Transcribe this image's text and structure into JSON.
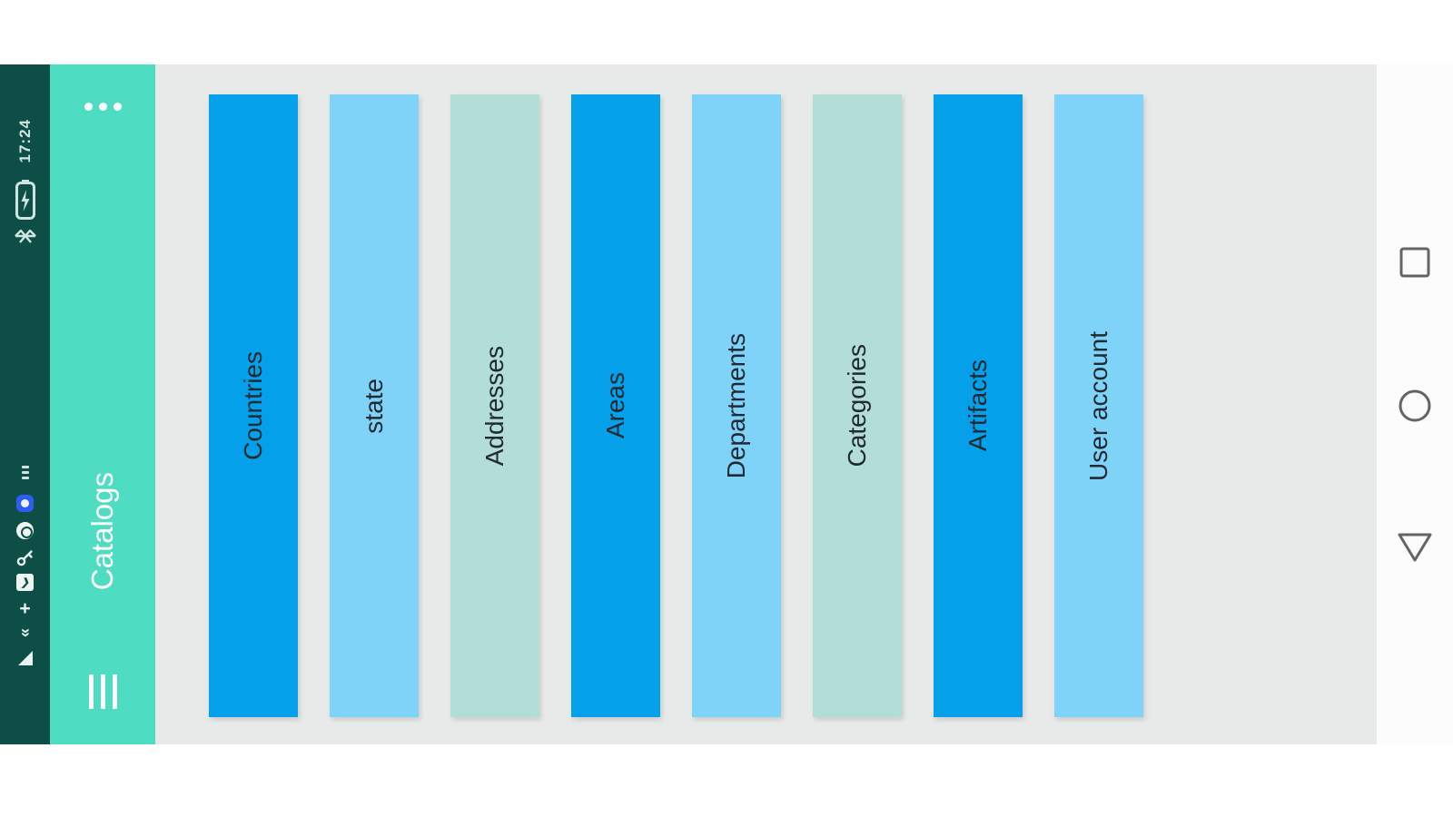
{
  "status_bar": {
    "time": "17:24",
    "bg": "#0d4f46",
    "fg": "#d4e6e2",
    "icons": [
      "notification-dots",
      "blue-app",
      "round-app",
      "key",
      "message",
      "plus",
      "double-chevron",
      "signal",
      "battery-charging",
      "bluetooth"
    ]
  },
  "app_bar": {
    "title": "Catalogs",
    "bg": "#4edcc3",
    "fg": "#ffffff",
    "menu_icon": "hamburger",
    "overflow_icon": "three-dots"
  },
  "catalog_list": {
    "bg": "#e8eae9",
    "text_color": "#202a33",
    "items": [
      {
        "label": "Countries",
        "color": "#04a0ea"
      },
      {
        "label": "state",
        "color": "#7fd3f8"
      },
      {
        "label": "Addresses",
        "color": "#b3ded8"
      },
      {
        "label": "Areas",
        "color": "#04a0ea"
      },
      {
        "label": "Departments",
        "color": "#7fd3f8"
      },
      {
        "label": "Categories",
        "color": "#b3ded8"
      },
      {
        "label": "Artifacts",
        "color": "#04a0ea"
      },
      {
        "label": "User account",
        "color": "#7fd3f8"
      }
    ]
  },
  "nav_bar": {
    "bg": "#fcfcfc",
    "icon_color": "#646464",
    "buttons": [
      {
        "name": "recents",
        "icon": "square-outline"
      },
      {
        "name": "home",
        "icon": "circle-outline"
      },
      {
        "name": "back",
        "icon": "triangle-down-outline"
      }
    ],
    "msg_glyph": "❯",
    "plus_glyph": "+",
    "chev_glyph": "«"
  }
}
